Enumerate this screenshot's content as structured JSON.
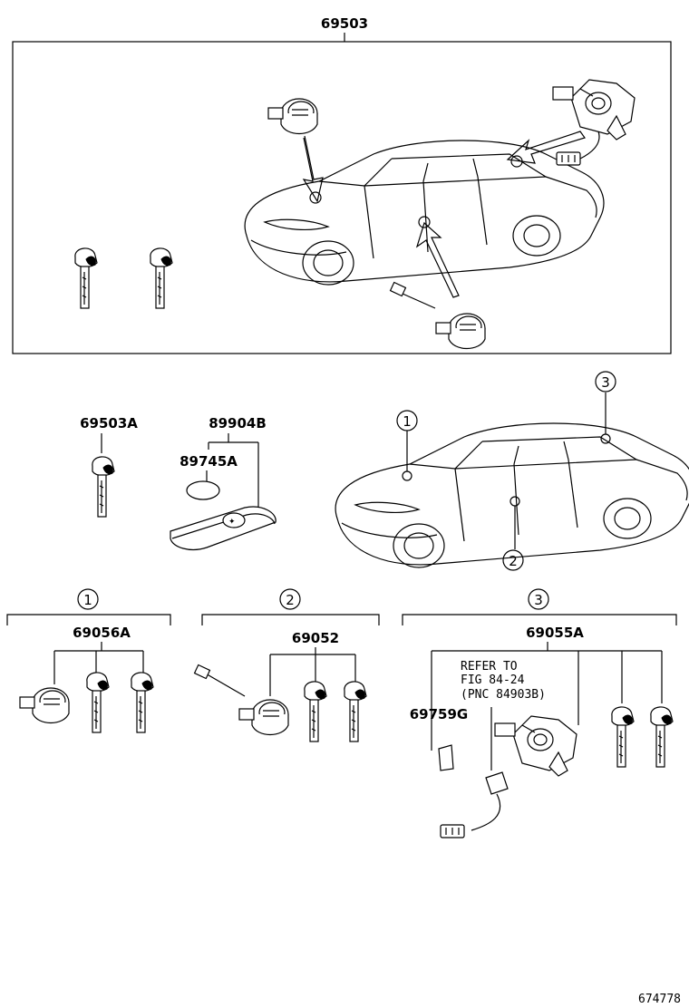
{
  "parts": {
    "kit_main": "69503",
    "key_blank": "69503A",
    "transmitter": "89904B",
    "battery": "89745A",
    "set_1": "69056A",
    "set_2": "69052",
    "set_3": "69055A",
    "holder": "69759G"
  },
  "refer_note": {
    "line1": "REFER TO",
    "line2": "FIG 84-24",
    "line3": "(PNC 84903B)"
  },
  "callouts": [
    "1",
    "2",
    "3"
  ],
  "figure_id": "674778"
}
